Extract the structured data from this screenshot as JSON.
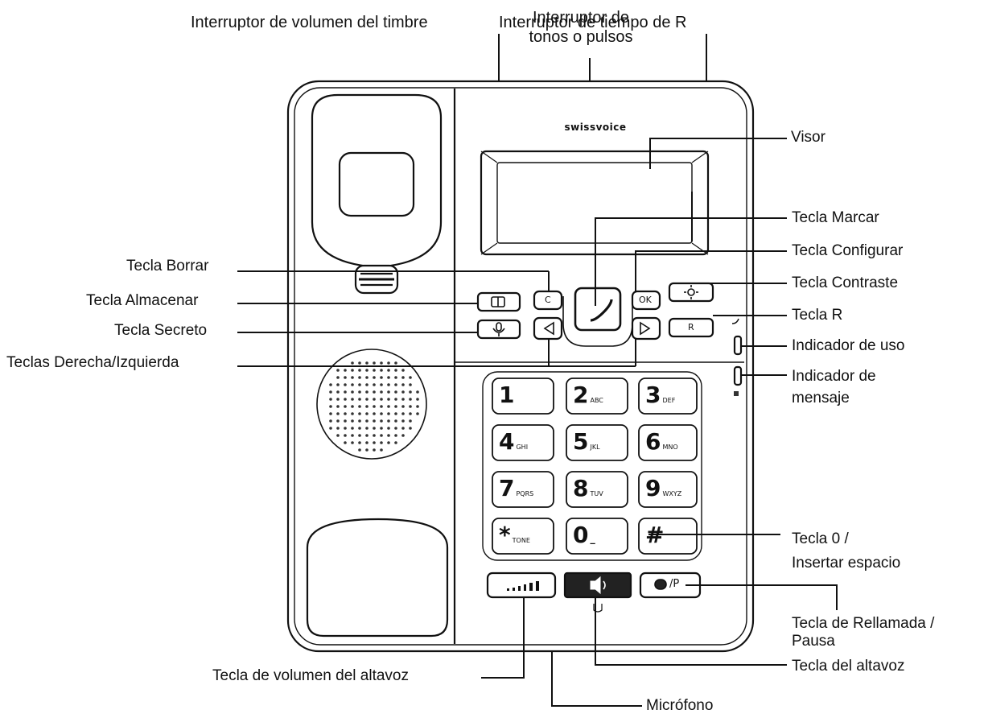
{
  "brand": "swissvoice",
  "labels": {
    "ringer_volume_switch": "Interruptor de volumen del timbre",
    "tone_pulse_switch": "Interruptor de\ntonos o pulsos",
    "r_time_switch": "Interruptor de tiempo de R",
    "display": "Visor",
    "dial_key": "Tecla Marcar",
    "setup_key": "Tecla Configurar",
    "contrast_key": "Tecla Contraste",
    "r_key": "Tecla R",
    "in_use_indicator": "Indicador de uso",
    "message_indicator": "Indicador de\nmensaje",
    "delete_key": "Tecla Borrar",
    "store_key": "Tecla Almacenar",
    "mute_key": "Tecla Secreto",
    "left_right_keys": "Teclas Derecha/Izquierda",
    "zero_key": "Tecla 0 /\nInsertar espacio",
    "redial_pause_key": "Tecla de Rellamada /\nPausa",
    "speaker_volume_key": "Tecla de volumen del altavoz",
    "speaker_key": "Tecla del altavoz",
    "microphone": "Micrófono"
  },
  "keys": {
    "c": "C",
    "ok": "OK",
    "r": "R",
    "redial": "/P",
    "keypad": [
      {
        "digit": "1",
        "letters": ""
      },
      {
        "digit": "2",
        "letters": "ABC"
      },
      {
        "digit": "3",
        "letters": "DEF"
      },
      {
        "digit": "4",
        "letters": "GHI"
      },
      {
        "digit": "5",
        "letters": "JKL"
      },
      {
        "digit": "6",
        "letters": "MNO"
      },
      {
        "digit": "7",
        "letters": "PQRS"
      },
      {
        "digit": "8",
        "letters": "TUV"
      },
      {
        "digit": "9",
        "letters": "WXYZ"
      },
      {
        "digit": "*",
        "letters": "TONE"
      },
      {
        "digit": "0",
        "letters": "▁"
      },
      {
        "digit": "#",
        "letters": ""
      }
    ]
  }
}
